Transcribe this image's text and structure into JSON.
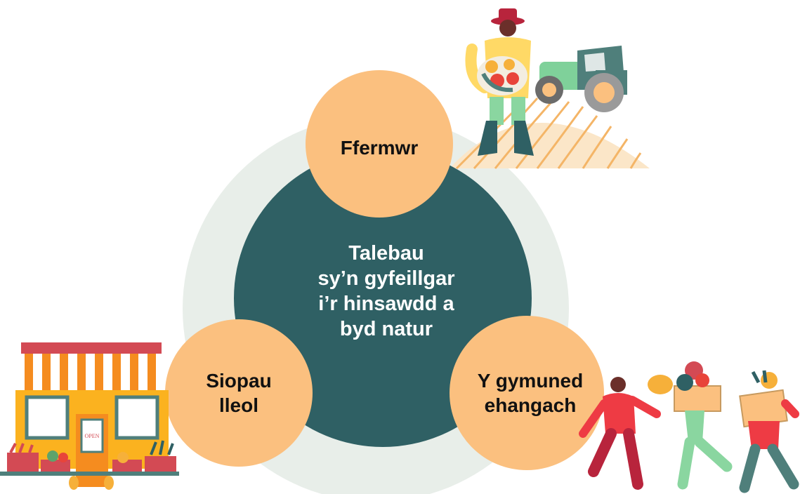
{
  "diagram": {
    "center": {
      "text": "Talebau\nsy’n gyfeillgar\ni’r hinsawdd a\nbyd natur"
    },
    "nodes": [
      {
        "id": "farmer",
        "text": "Ffermwr"
      },
      {
        "id": "shops",
        "text": "Siopau\nlleol"
      },
      {
        "id": "community",
        "text": "Y gymuned\nehangach"
      }
    ],
    "shop_sign": "OPEN"
  },
  "colors": {
    "background_ring": "#e8eee9",
    "center_fill": "#2f6064",
    "node_fill": "#fbc07f",
    "shop_orange": "#f58c1f",
    "shop_red": "#d34a54",
    "farmer_yellow": "#ffd966",
    "hat_red": "#b8243c",
    "tractor_green": "#7fd19a",
    "tractor_teal": "#4f7f7b",
    "person_red": "#ee3b44",
    "person_green": "#8ad6a0"
  },
  "icons": [
    "farmer-illustration",
    "tractor-illustration",
    "shop-illustration",
    "people-carrying-produce-illustration"
  ]
}
